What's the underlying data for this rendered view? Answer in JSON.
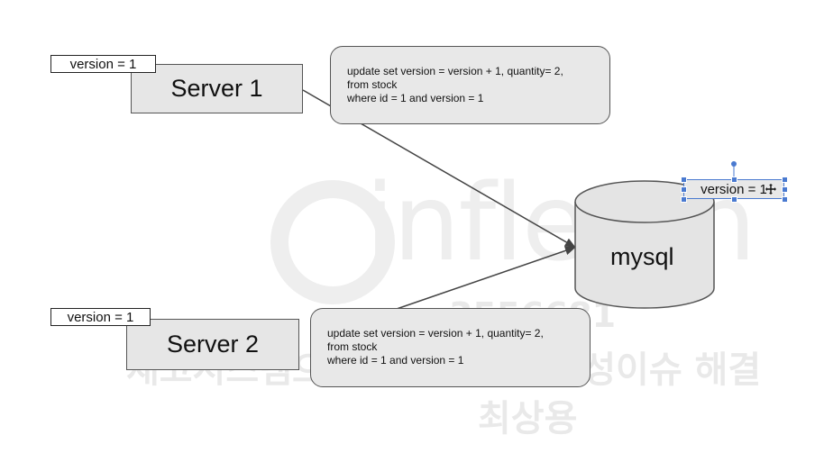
{
  "diagram": {
    "server1": {
      "label": "Server 1",
      "version_tag": "version = 1"
    },
    "server2": {
      "label": "Server 2",
      "version_tag": "version = 1"
    },
    "database": {
      "label": "mysql",
      "version_tag": "version = 1"
    },
    "query1": {
      "lines": [
        "update set version = version + 1, quantity= 2,",
        "from stock",
        "where id = 1 and version = 1"
      ]
    },
    "query2": {
      "lines": [
        "update set version = version + 1, quantity= 2,",
        "from stock",
        "where id = 1 and version = 1"
      ]
    }
  },
  "watermark": {
    "brand": "inflearn",
    "id_number": "3556681",
    "course_title": "재고시스템으로 알아보는 동시성이슈 해결",
    "author": "최상용"
  },
  "colors": {
    "server_fill": "#e6e6e6",
    "note_fill": "#e8e8e8",
    "db_fill": "#e4e4e4",
    "selection": "#4a7ad0",
    "watermark": "#e9e9e9"
  }
}
